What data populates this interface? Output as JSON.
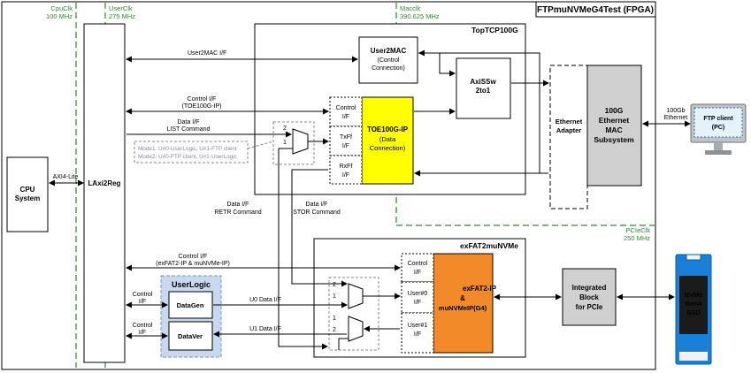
{
  "title": "FTPmuNVMeG4Test (FPGA)",
  "clocks": {
    "cpu_name": "CpuClk",
    "cpu_freq": "100 MHz",
    "user_name": "UserClk",
    "user_freq": "275 MHz",
    "mac_name": "Macclk",
    "mac_freq": "390.625 MHz",
    "pcie_name": "PCIeClk",
    "pcie_freq": "250 MHz"
  },
  "cpu": {
    "line1": "CPU",
    "line2": "System",
    "bus": "AXI4-Lite"
  },
  "laxi2reg": "LAxi2Reg",
  "toptcp": {
    "title": "TopTCP100G",
    "user2mac_l1": "User2MAC",
    "user2mac_l2": "(Control",
    "user2mac_l3": "Connection)",
    "axissw_l1": "AxiSSw",
    "axissw_l2": "2to1",
    "toe_l1": "TOE100G-IP",
    "toe_l2": "(Data",
    "toe_l3": "Connection)",
    "ctrl_l1": "Control",
    "ctrl_l2": "I/F",
    "txf_l1": "TxFf",
    "txf_l2": "I/F",
    "rxf_l1": "RxFf",
    "rxf_l2": "I/F"
  },
  "ethernet": {
    "adapter_l1": "Ethernet",
    "adapter_l2": "Adapter",
    "mac_l1": "100G",
    "mac_l2": "Ethernet",
    "mac_l3": "MAC",
    "mac_l4": "Subsystem",
    "link_l1": "100Gb",
    "link_l2": "Ethernet"
  },
  "ftp_client": {
    "line1": "FTP client",
    "line2": "(PC)"
  },
  "labels": {
    "user2mac_if": "User2MAC I/F",
    "ctrl_toe_l1": "Control I/F",
    "ctrl_toe_l2": "(TOE100G-IP)",
    "data_list_l1": "Data I/F",
    "data_list_l2": "LIST Command",
    "mode1": "Mode1: U#0-UserLogic, U#1-FTP client",
    "mode2": "Mode2: U#0-FTP client, U#1-UserLogic",
    "retr_l1": "Data I/F",
    "retr_l2": "RETR Command",
    "stor_l1": "Data I/F",
    "stor_l2": "STOR Command",
    "ctrl_exfat_l1": "Control I/F",
    "ctrl_exfat_l2": "(exFAT2-IP & muNVMe-IP)",
    "ctrl_if_l1": "Control",
    "ctrl_if_l2": "I/F",
    "u0": "U0 Data I/F",
    "u1": "U1 Data I/F"
  },
  "mux": {
    "two": "2",
    "one": "1"
  },
  "userlogic": {
    "title": "UserLogic",
    "datagen": "DataGen",
    "dataver": "DataVer"
  },
  "exfat": {
    "title": "exFAT2muNVMe",
    "ip_l1": "exFAT2-IP",
    "ip_l2": "&",
    "ip_l3": "muNVMeIP(G4)",
    "ctrl_l1": "Control",
    "ctrl_l2": "I/F",
    "u0_l1": "User#0",
    "u0_l2": "I/F",
    "u1_l1": "User#1",
    "u1_l2": "I/F"
  },
  "pcie_block": {
    "line1": "Integrated",
    "line2": "Block",
    "line3": "for PCIe"
  },
  "ssd": {
    "line1": "NVMe",
    "line2": "Gen4",
    "line3": "SSD"
  },
  "colors": {
    "toe": "#ffff00",
    "exfat": "#f28a2a",
    "gray_block": "#d0d0d0",
    "userlogic": "#c8d8ee",
    "clock_line": "#2e8b2e",
    "ssd_blue": "#1a7fd6"
  }
}
